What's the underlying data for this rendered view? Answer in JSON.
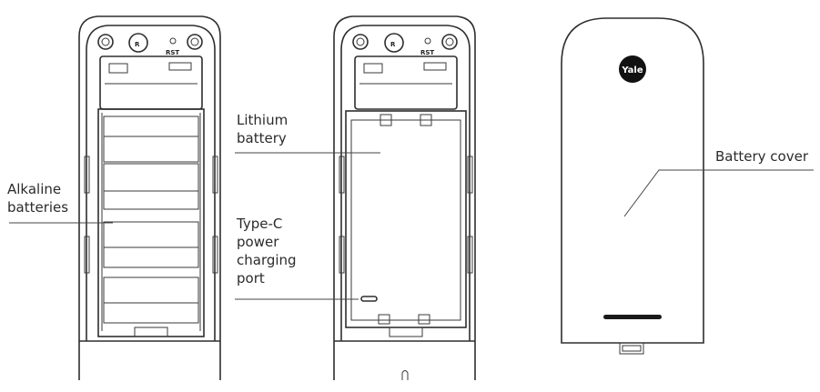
{
  "labels": {
    "alkaline": "Alkaline\nbatteries",
    "lithium": "Lithium\nbattery",
    "typec": "Type-C\npower\ncharging\nport",
    "cover": "Battery cover"
  },
  "device": {
    "logo": "Yale",
    "reset_label": "RST",
    "r_badge": "R"
  }
}
